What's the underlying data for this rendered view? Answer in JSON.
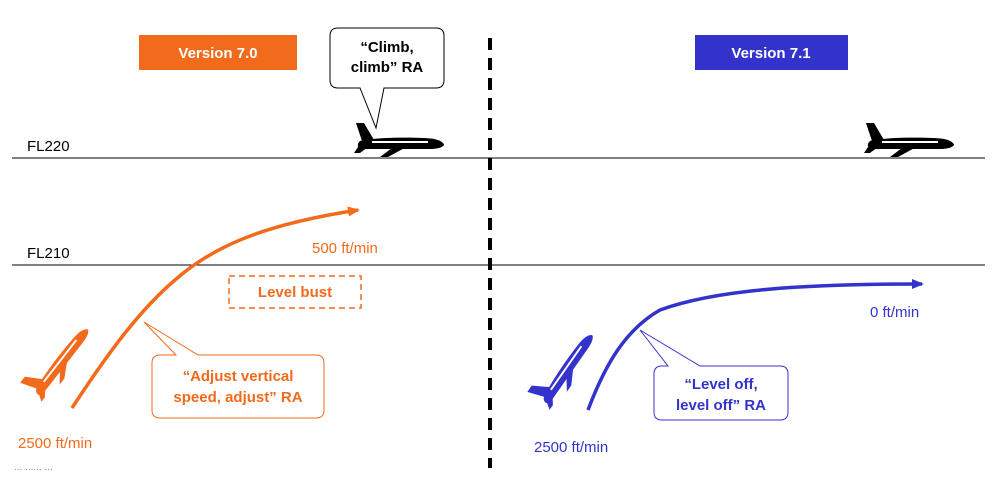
{
  "versions": {
    "left": {
      "label": "Version 7.0",
      "color": "#f26a1b"
    },
    "right": {
      "label": "Version 7.1",
      "color": "#3333cc"
    }
  },
  "flight_levels": [
    "FL220",
    "FL210"
  ],
  "left_panel": {
    "intruder_callout": [
      "“Climb,",
      "climb” RA"
    ],
    "level_bust_label": "Level bust",
    "rate_end_label": "500 ft/min",
    "rate_start_label": "2500 ft/min",
    "ra_callout": [
      "“Adjust vertical",
      "speed, adjust” RA"
    ],
    "footer_fragment": "... ...... ..."
  },
  "right_panel": {
    "rate_end_label": "0 ft/min",
    "rate_start_label": "2500 ft/min",
    "ra_callout": [
      "“Level off,",
      "level off” RA"
    ]
  },
  "colors": {
    "orange": "#f26a1b",
    "blue": "#3333cc",
    "black": "#000000"
  },
  "icons": [
    "aircraft-icon"
  ]
}
